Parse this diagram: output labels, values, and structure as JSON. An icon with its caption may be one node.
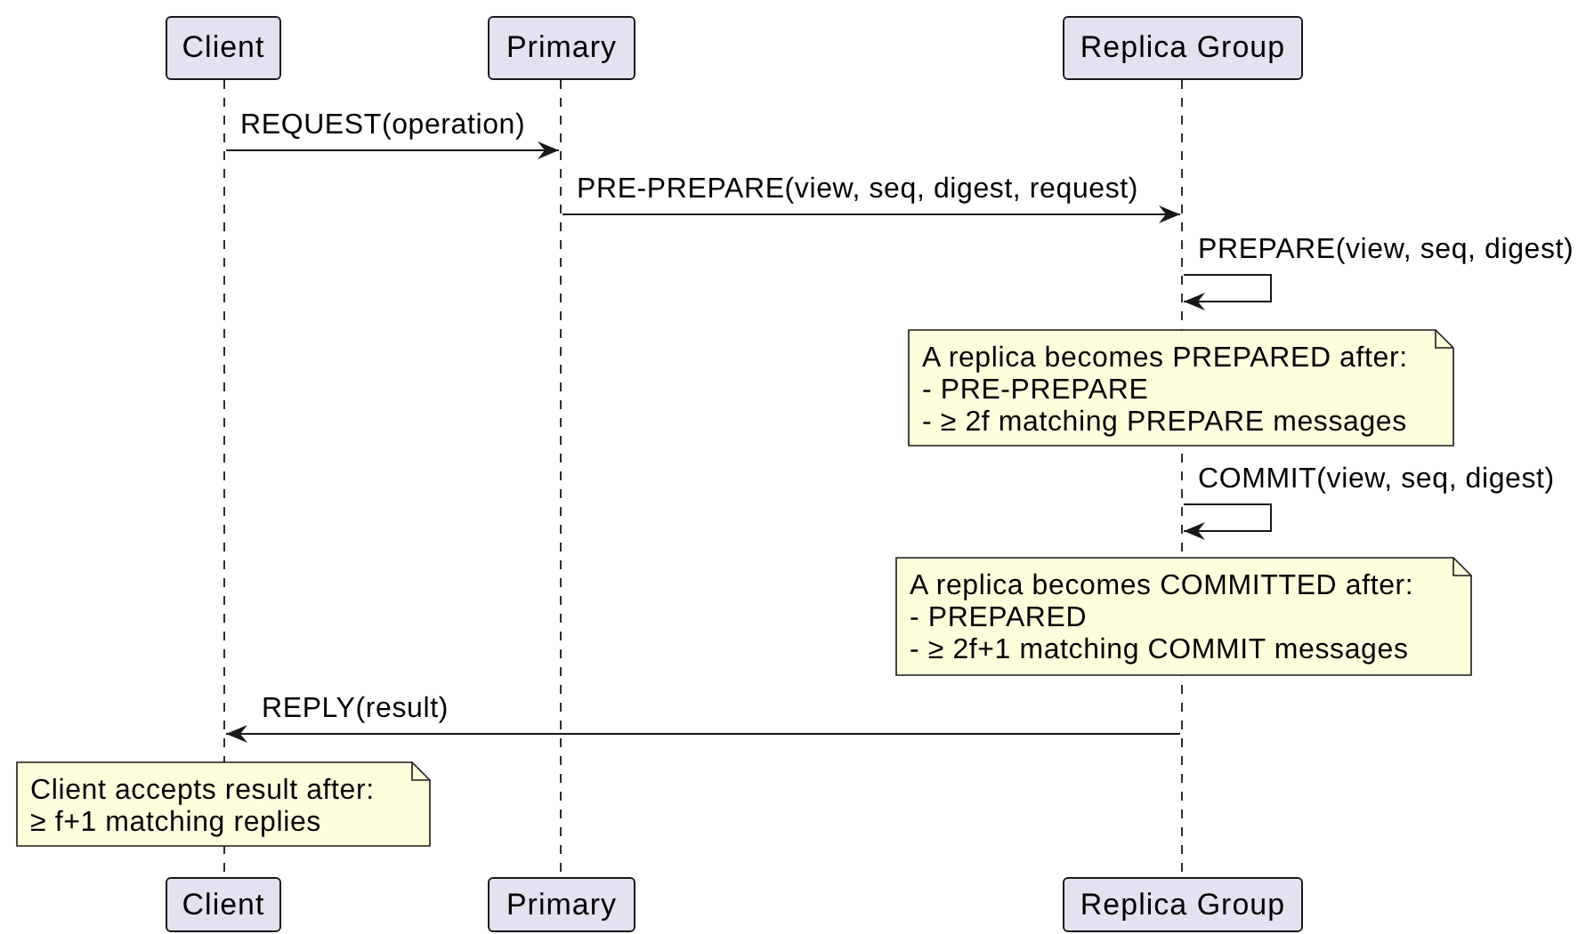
{
  "diagram": {
    "nodes": [
      {
        "text": [
          "Client"
        ]
      },
      {
        "text": [
          "Primary"
        ]
      },
      {
        "text": [
          "Replica Group"
        ]
      },
      {
        "text": [],
        "shape": "line"
      },
      {
        "text": [],
        "shape": "line"
      },
      {
        "text": [],
        "shape": "line"
      },
      {
        "text": [
          "A replica becomes PREPARED after:",
          "- PRE-PREPARE",
          "- ≥ 2f matching PREPARE messages"
        ]
      },
      {
        "text": [
          "A replica becomes COMMITTED after:",
          "- PREPARED",
          "- ≥ 2f+1 matching COMMIT messages"
        ]
      },
      {
        "text": [
          "Client accepts result after:",
          "≥ f+1 matching replies"
        ]
      },
      {
        "text": [
          "Client"
        ]
      },
      {
        "text": [
          "Primary"
        ]
      },
      {
        "text": [
          "Replica Group"
        ]
      }
    ],
    "edges": [
      {
        "from": 3,
        "to": 4,
        "arrow": "to",
        "label": "REQUEST(operation)"
      },
      {
        "from": 4,
        "to": 5,
        "arrow": "to",
        "label": "PRE-PREPARE(view, seq, digest, request)"
      },
      {
        "from": 5,
        "to": 5,
        "arrow": "to",
        "label": "PREPARE(view, seq, digest)"
      },
      {
        "from": 5,
        "to": 5,
        "arrow": "to",
        "label": "COMMIT(view, seq, digest)"
      },
      {
        "from": 5,
        "to": 3,
        "arrow": "to",
        "label": "REPLY(result)"
      }
    ]
  }
}
